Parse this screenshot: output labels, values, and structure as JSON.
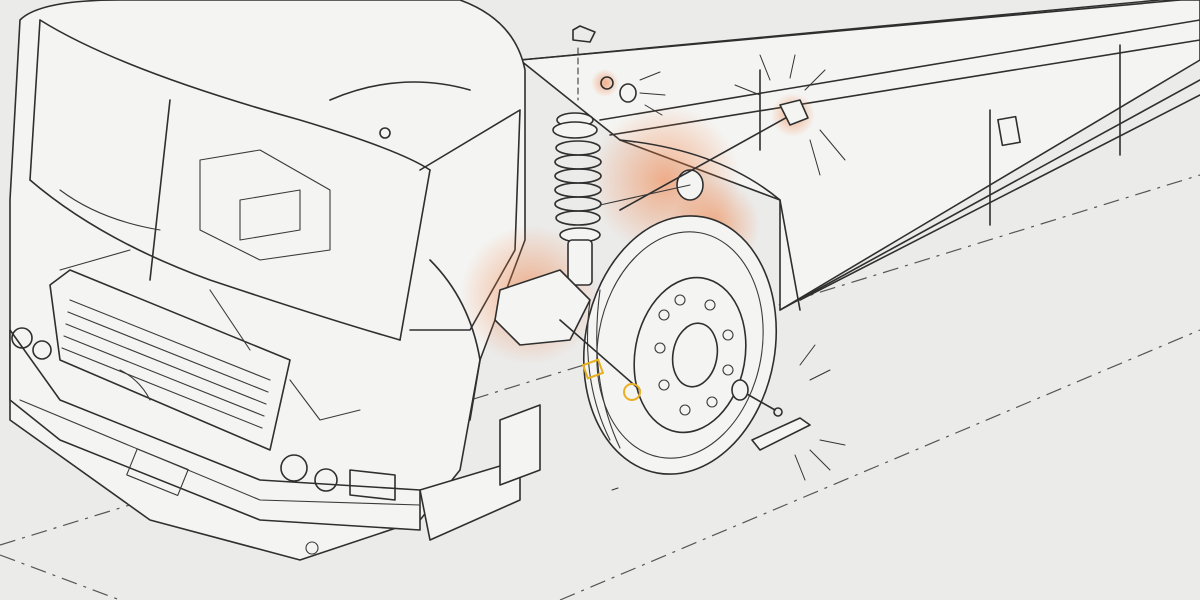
{
  "illustration": {
    "subject": "bus-front-suspension-exploded-view",
    "colors": {
      "background": "#ebebea",
      "line": "#2f2f2f",
      "highlight": "#f07a3a",
      "accent": "#e8b020"
    },
    "highlight_count": 5,
    "accent_count": 2
  }
}
